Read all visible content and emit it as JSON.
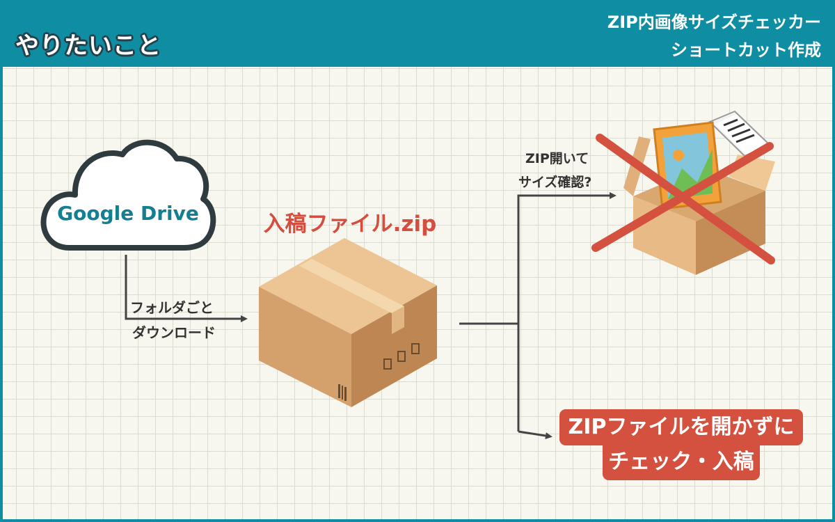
{
  "header": {
    "title": "やりたいこと",
    "subtitle_line1": "ZIP内画像サイズチェッカー",
    "subtitle_line2": "ショートカット作成"
  },
  "cloud": {
    "label": "Google Drive"
  },
  "download_arrow": {
    "line1": "フォルダごと",
    "line2": "ダウンロード"
  },
  "zip_box": {
    "filename": "入稿ファイル.zip"
  },
  "upper_branch": {
    "line1": "ZIP開いて",
    "line2": "サイズ確認?"
  },
  "result": {
    "line1": "ZIPファイルを開かずに",
    "line2": "チェック・入稿"
  },
  "colors": {
    "header_teal": "#0f8ea3",
    "accent_red": "#d4513f",
    "cloud_text": "#147e92",
    "arrow_gray": "#444444"
  }
}
